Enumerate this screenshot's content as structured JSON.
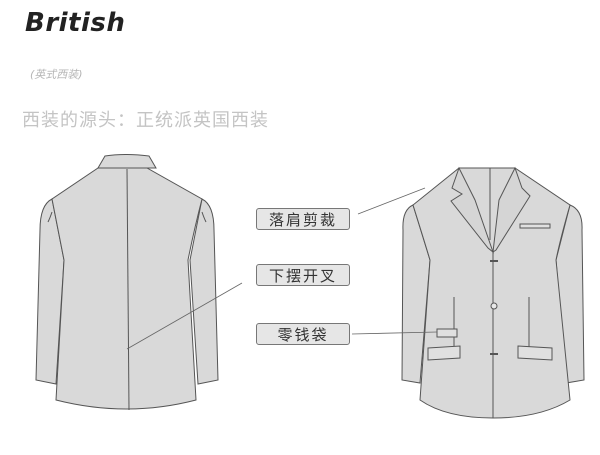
{
  "header": {
    "title": "British",
    "subtitle": "(英式西装)",
    "tagline": "西装的源头：正统派英国西装"
  },
  "callouts": [
    {
      "label": "落肩剪裁"
    },
    {
      "label": "下摆开叉"
    },
    {
      "label": "零钱袋"
    }
  ],
  "colors": {
    "jacket_fill": "#d9d9d9",
    "outline": "#555555",
    "label_bg": "#e6e6e6"
  },
  "figures": {
    "back_view": "jacket-back",
    "front_view": "jacket-front"
  }
}
